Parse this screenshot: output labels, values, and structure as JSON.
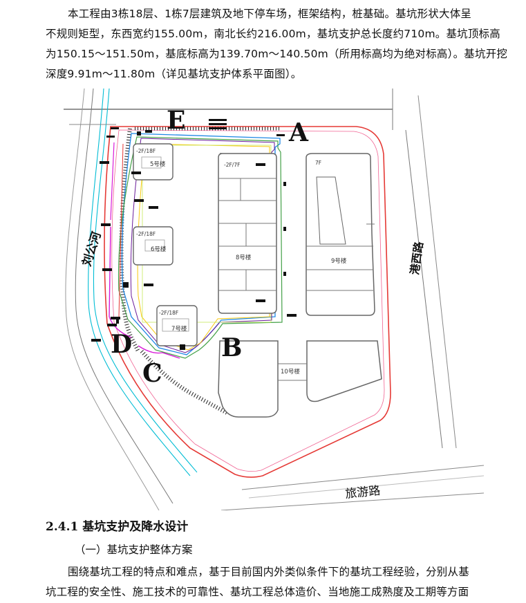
{
  "intro": {
    "lines": [
      "本工程由3栋18层、1栋7层建筑及地下停车场，框架结构，桩基础。基坑形状大体呈",
      "不规则矩型，东西宽约155.00m，南北长约216.00m，基坑支护总长度约710m。基坑顶标高",
      "为150.15～151.50m，基底标高为139.70m～140.50m（所用标高均为绝对标高）。基坑开挖",
      "深度9.91m～11.80m（详见基坑支护体系平面图）。"
    ]
  },
  "plan": {
    "section_labels": {
      "a": "A",
      "b": "B",
      "c": "C",
      "d": "D",
      "e": "E"
    },
    "roads": {
      "west": "刘公河",
      "east": "港西路",
      "south": "旅游路"
    },
    "buildings": {
      "b5": {
        "floors": "-2F/18F",
        "name": "5号楼"
      },
      "b6": {
        "floors": "-2F/18F",
        "name": "6号楼"
      },
      "b7": {
        "floors": "-2F/18F",
        "name": "7号楼"
      },
      "b8": {
        "floors": "-2F/7F",
        "name": "8号楼"
      },
      "b9": {
        "floors": "7F",
        "name": "9号楼"
      },
      "b10": {
        "name": "10号楼"
      }
    },
    "colors": {
      "boundary": "#e53935",
      "pit": "#6a1b9a",
      "support": "#1e88e5",
      "dewatering": "#43a047",
      "river": "#00bcd4",
      "yellow": "#f9c80e",
      "magenta": "#d81bd8"
    }
  },
  "section": {
    "heading": "2.4.1 基坑支护及降水设计",
    "subheading": "（一）基坑支护整体方案",
    "body_lines": [
      "围绕基坑工程的特点和难点，基于目前国内外类似条件下的基坑工程经验，分别从基",
      "坑工程的安全性、施工技术的可靠性、基坑工程总体造价、当地施工成熟度及工期等方面"
    ]
  }
}
